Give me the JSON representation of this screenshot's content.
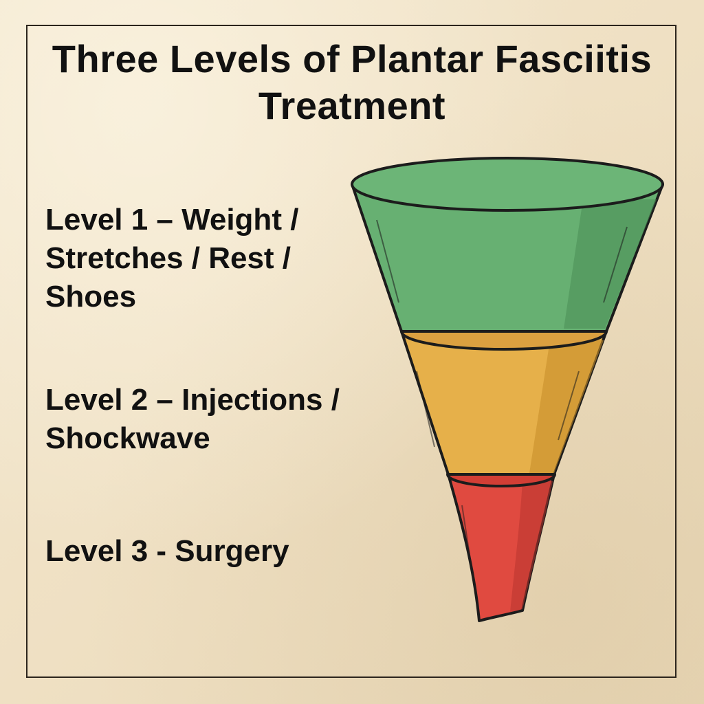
{
  "title": "Three Levels of Plantar Fasciitis Treatment",
  "levels": [
    {
      "label": "Level 1 – Weight / Stretches / Rest / Shoes",
      "color": "#67b072"
    },
    {
      "label": "Level 2 – Injections / Shockwave",
      "color": "#e6b04a"
    },
    {
      "label": "Level 3 - Surgery",
      "color": "#e04a40"
    }
  ],
  "background_color": "#f0e3c8",
  "outline_color": "#1c1c1c"
}
